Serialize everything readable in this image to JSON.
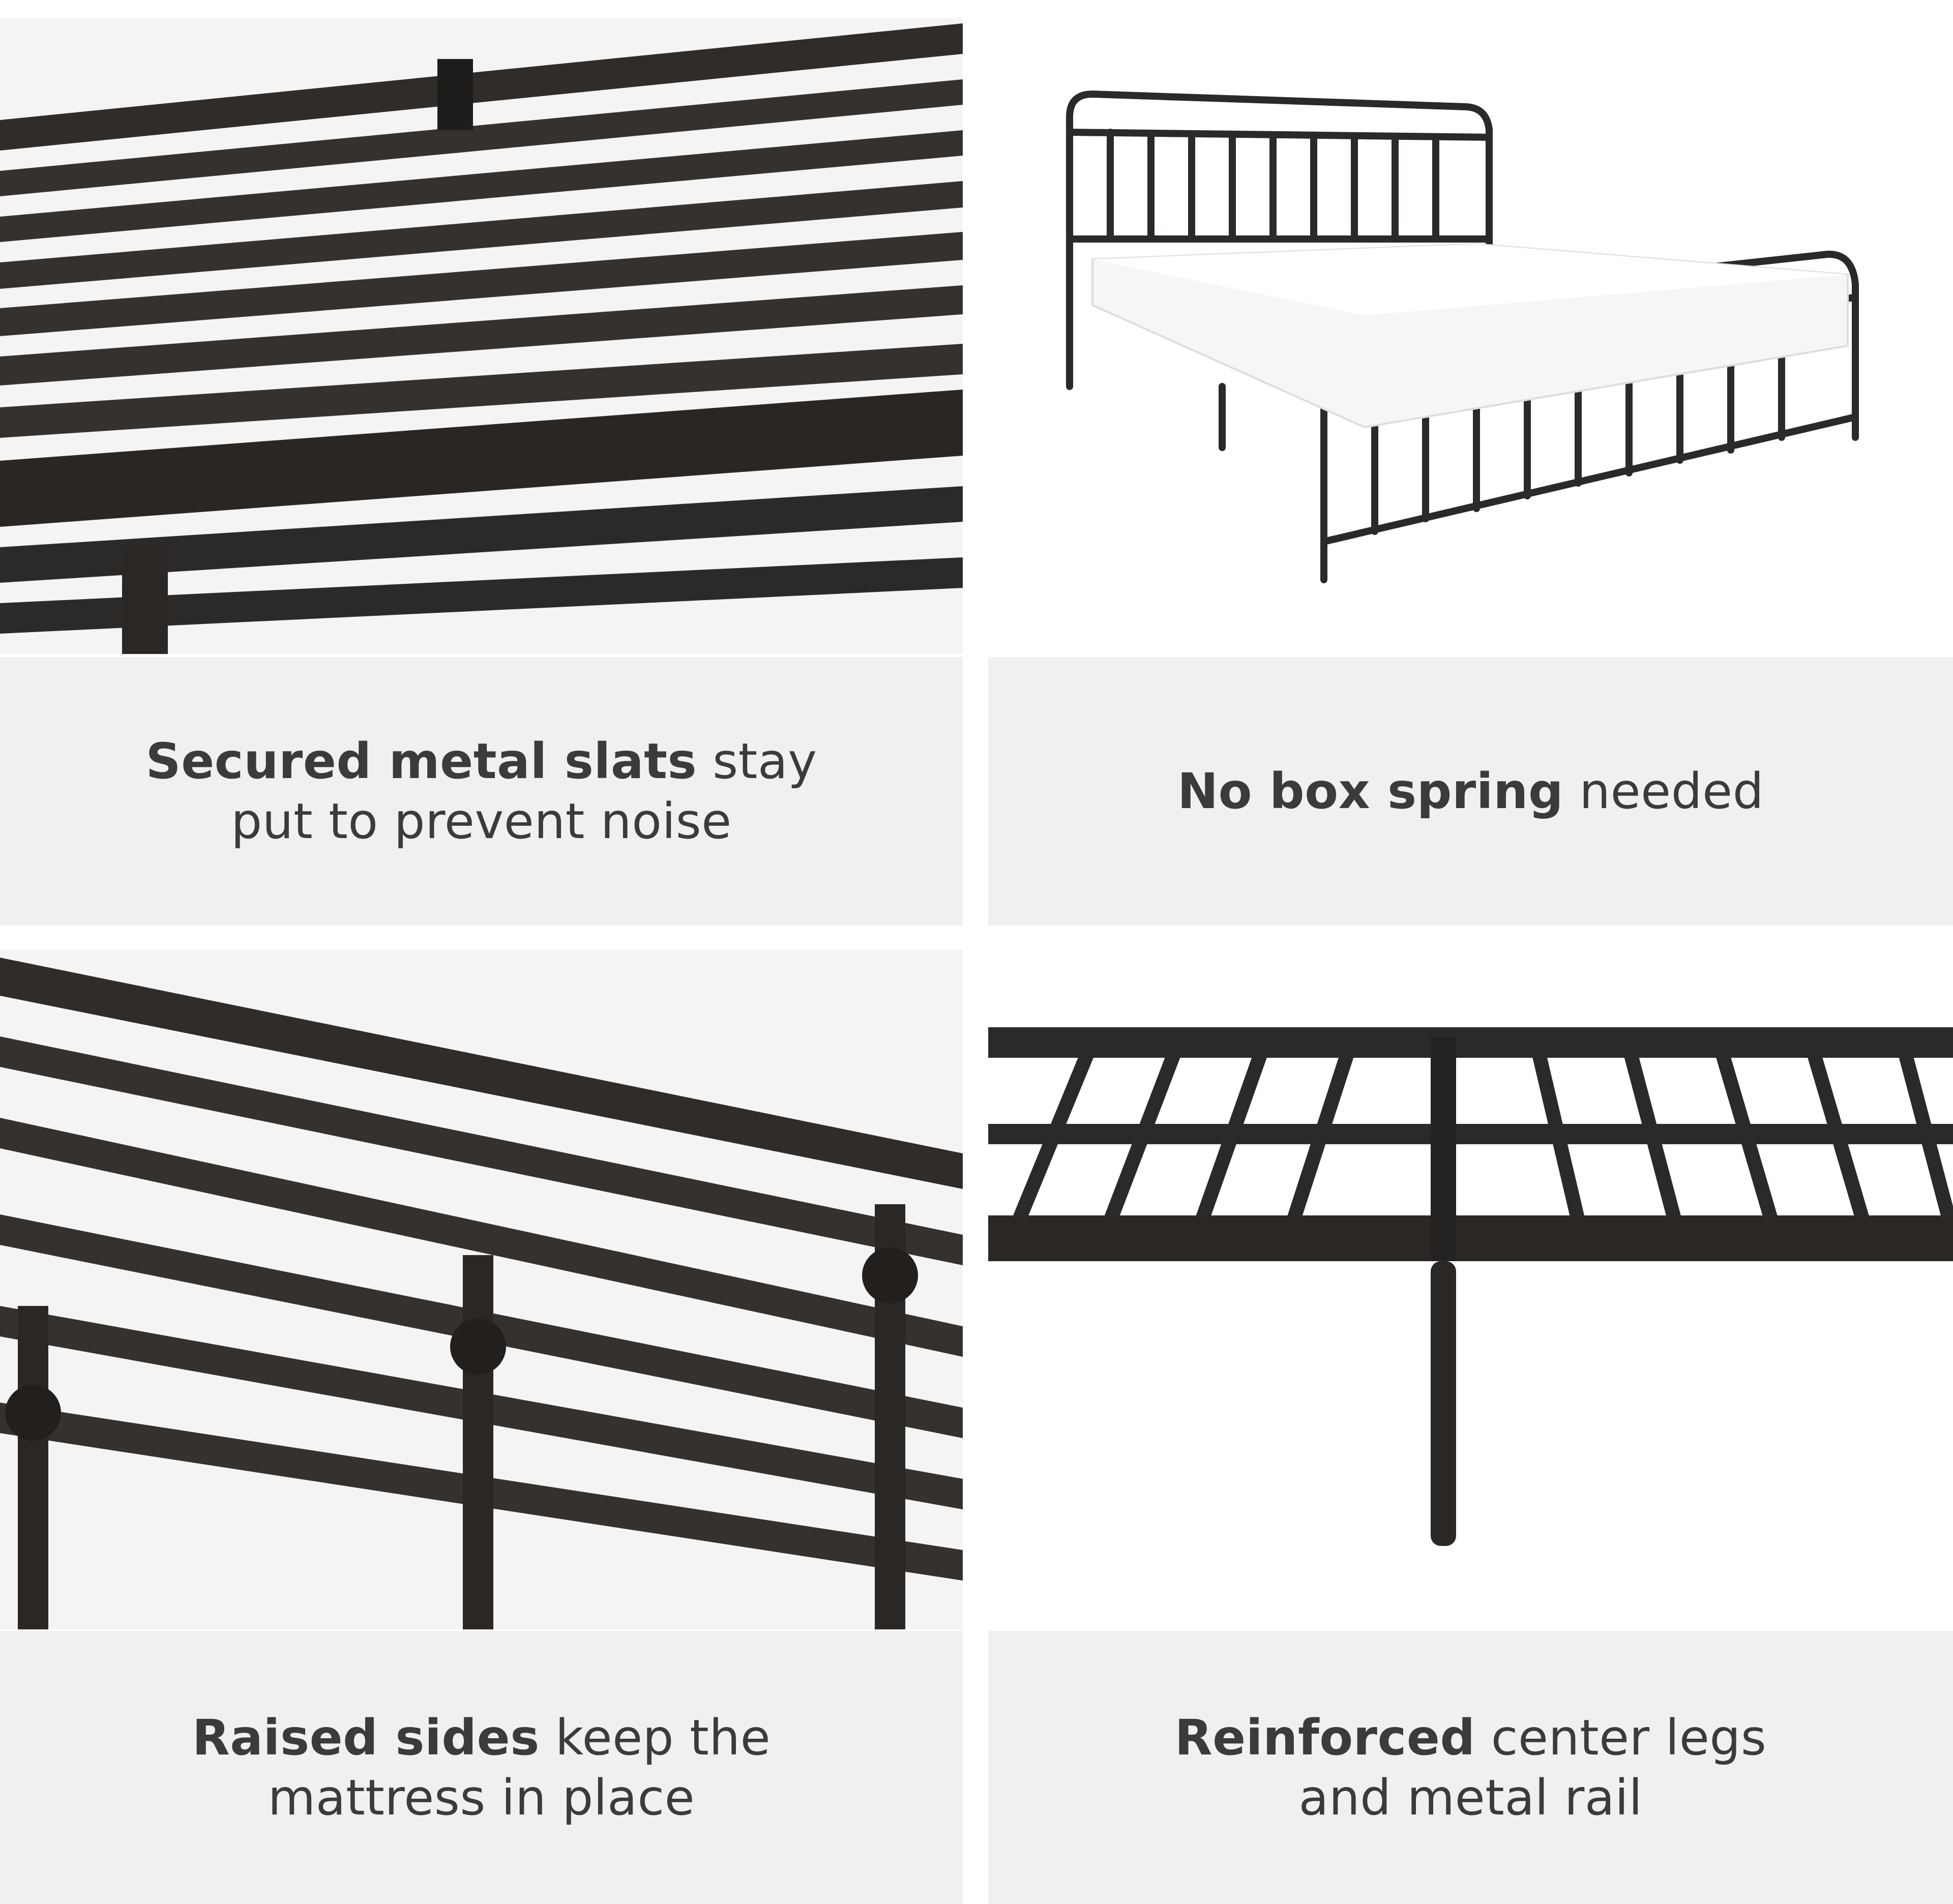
{
  "features": [
    {
      "bold": "Secured metal slats",
      "rest_line1": " stay",
      "line2": "put to prevent noise"
    },
    {
      "bold": "No box spring",
      "rest_line1": " needed",
      "line2": ""
    },
    {
      "bold": "Raised sides",
      "rest_line1": " keep the",
      "line2": "mattress in place"
    },
    {
      "bold": "Reinforced",
      "rest_line1": " center legs",
      "line2": "and metal rail"
    }
  ],
  "colors": {
    "metal": "#2c2a28",
    "caption_bg": "#f0f0f0",
    "caption_text": "#3b3b3b"
  }
}
